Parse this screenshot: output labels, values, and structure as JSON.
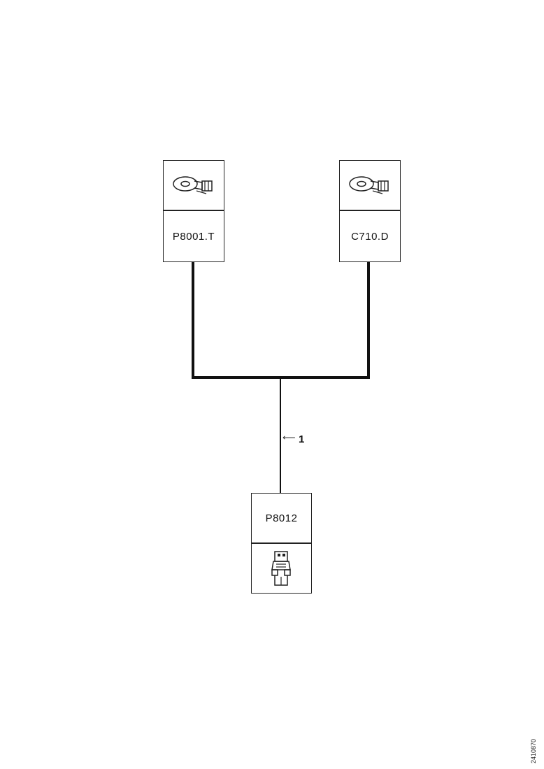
{
  "connectors": {
    "left": {
      "code": "P8001.T",
      "icon": "ring-terminal-icon"
    },
    "right": {
      "code": "C710.D",
      "icon": "ring-terminal-icon"
    },
    "bottom": {
      "code": "P8012",
      "icon": "connector-plug-icon"
    }
  },
  "wire": {
    "number": "1",
    "color": "#111111"
  },
  "reference_code": "2410870"
}
